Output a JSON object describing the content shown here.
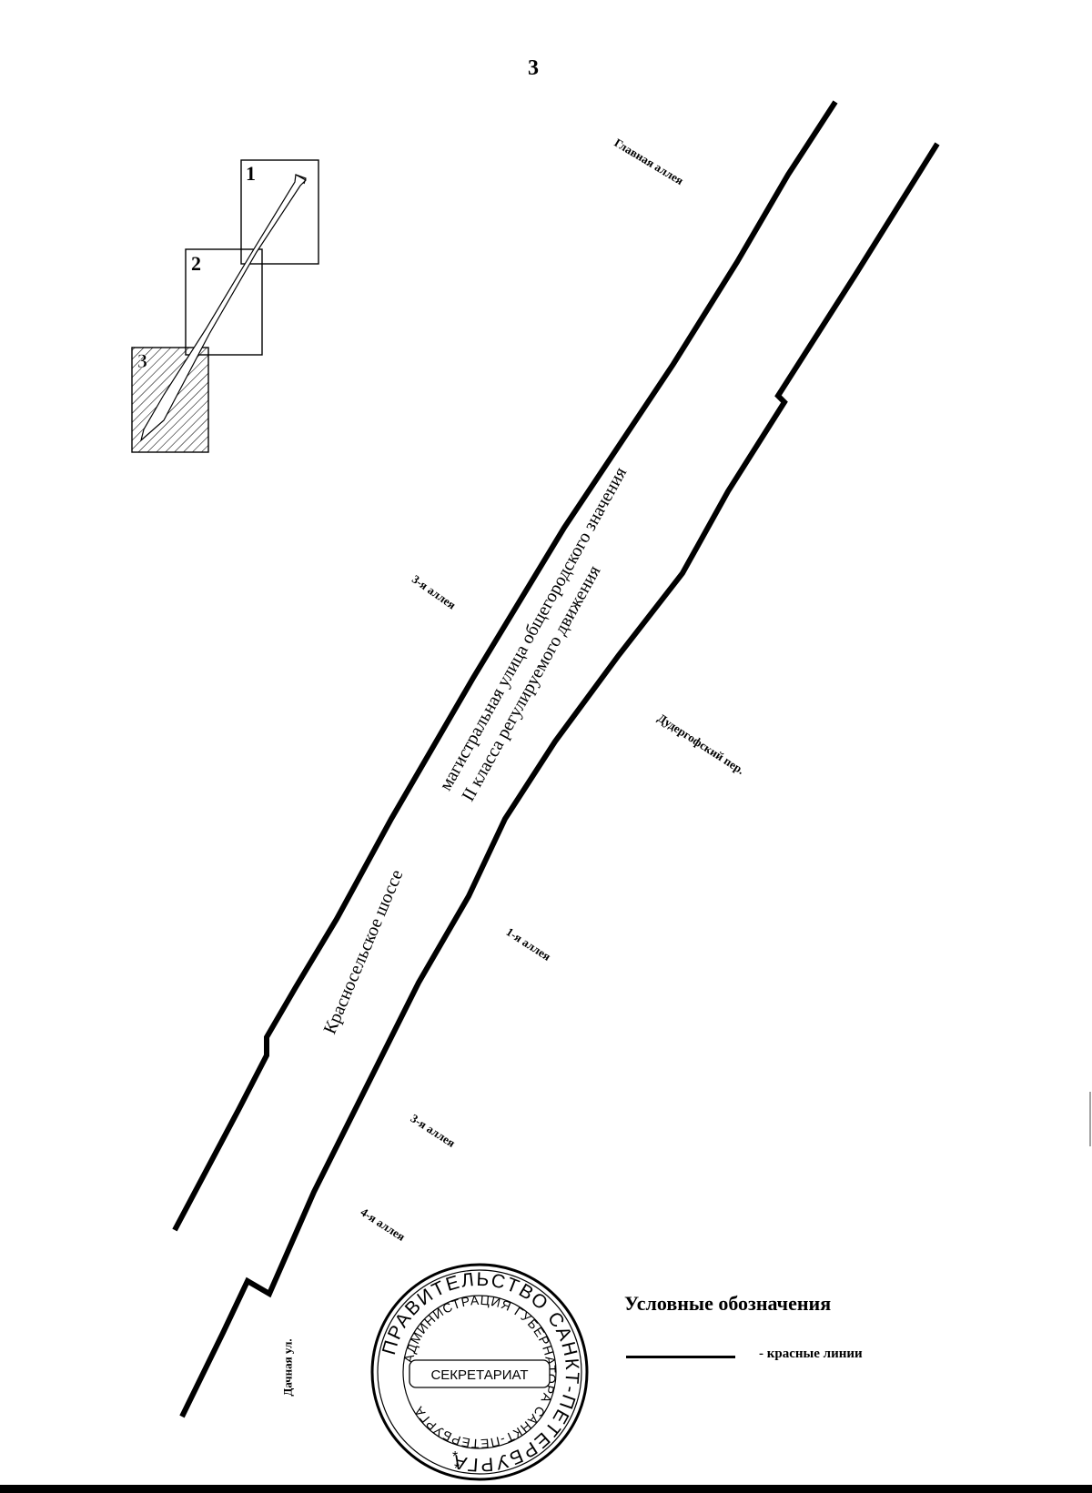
{
  "page": {
    "number": "3"
  },
  "index_map": {
    "sheets": [
      "1",
      "2",
      "3"
    ],
    "highlighted_sheet": "3"
  },
  "street_labels": {
    "glavnaya_alleya": "Главная аллея",
    "alleya_3_top": "3-я аллея",
    "road_class_line1": "магистральная улица общегородского значения",
    "road_class_line2": "II класса регулируемого движения",
    "dudergofsky_per": "Дудергофский пер.",
    "krasnoselskoe_shosse": "Красносельское шоссе",
    "alleya_1": "1-я аллея",
    "alleya_3_bottom": "3-я аллея",
    "alleya_4": "4-я аллея",
    "dachnaya_ul": "Дачная ул."
  },
  "stamp": {
    "outer_text": "ПРАВИТЕЛЬСТВО САНКТ-ПЕТЕРБУРГА",
    "inner_text": "АДМИНИСТРАЦИЯ ГУБЕРНАТОРА САНКТ-ПЕТЕРБУРГА",
    "center_text": "СЕКРЕТАРИАТ"
  },
  "legend": {
    "title": "Условные обозначения",
    "items": [
      {
        "symbol": "solid-black-line",
        "label": "- красные линии"
      }
    ]
  }
}
